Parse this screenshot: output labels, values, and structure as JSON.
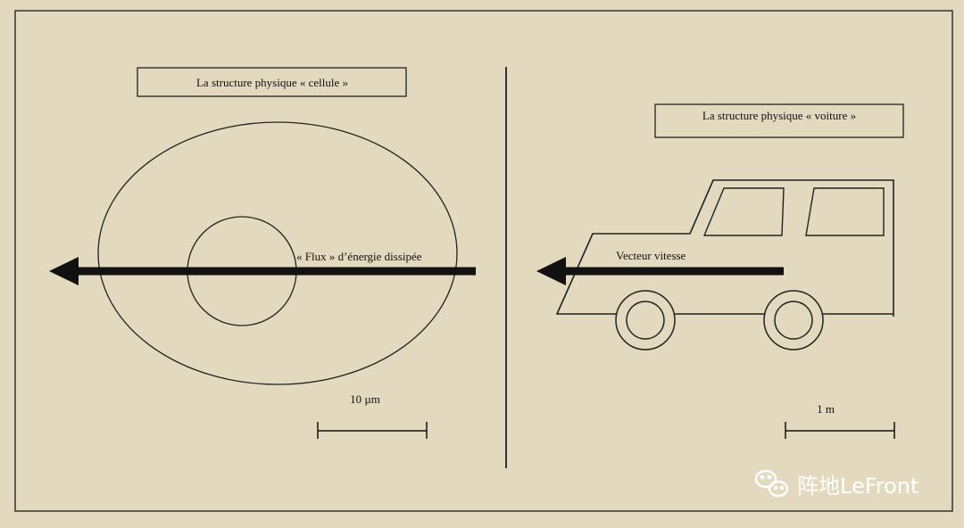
{
  "left_panel": {
    "title": "La structure physique « cellule »",
    "arrow_label": "« Flux » d’énergie dissipée",
    "scale_label": "10 µm"
  },
  "right_panel": {
    "title": "La structure physique « voiture »",
    "arrow_label": "Vecteur vitesse",
    "scale_label": "1 m"
  },
  "watermark": {
    "text": "阵地LeFront",
    "icon": "wechat-icon"
  },
  "colors": {
    "background": "#e3d9bf",
    "ink": "#111111",
    "watermark": "#ffffff"
  }
}
